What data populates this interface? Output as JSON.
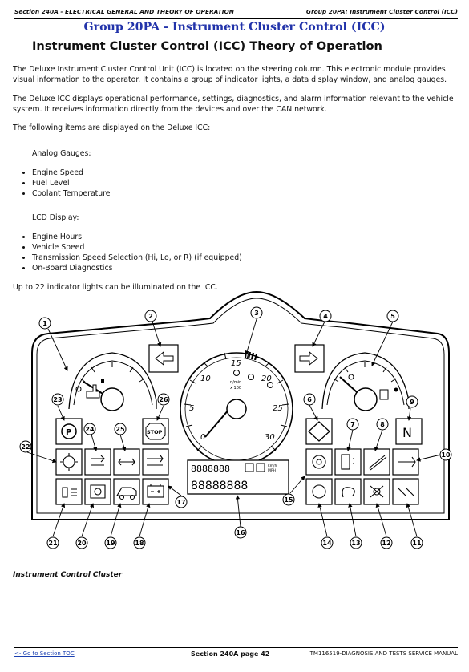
{
  "header": {
    "left": "Section 240A - ELECTRICAL GENERAL AND THEORY OF OPERATION",
    "right": "Group 20PA: Instrument Cluster Control (ICC)"
  },
  "group_title": "Group 20PA - Instrument Cluster Control (ICC)",
  "title": "Instrument Cluster Control (ICC) Theory of Operation",
  "paragraphs": [
    "The Deluxe Instrument Cluster Control Unit (ICC) is located on the steering column. This electronic module provides visual information to the operator. It contains a group of indicator lights, a data display window, and analog gauges.",
    "The Deluxe ICC displays operational performance, settings, diagnostics, and alarm information relevant to the vehicle system. It receives information directly from the devices and over the CAN network.",
    "The following items are displayed on the Deluxe ICC:"
  ],
  "analog": {
    "label": "Analog Gauges:",
    "items": [
      "Engine Speed",
      "Fuel Level",
      "Coolant Temperature"
    ]
  },
  "lcd": {
    "label": "LCD Display:",
    "items": [
      "Engine Hours",
      "Vehicle Speed",
      "Transmission Speed Selection (Hi, Lo, or R) (if equipped)",
      "On-Board Diagnostics"
    ]
  },
  "indicator_note": "Up to 22 indicator lights can be illuminated on the ICC.",
  "figure": {
    "callouts": [
      "1",
      "2",
      "3",
      "4",
      "5",
      "6",
      "7",
      "8",
      "9",
      "10",
      "11",
      "12",
      "13",
      "14",
      "15",
      "16",
      "17",
      "18",
      "19",
      "20",
      "21",
      "22",
      "23",
      "24",
      "25",
      "26"
    ],
    "tach_numbers": [
      "0",
      "5",
      "10",
      "15",
      "20",
      "25",
      "30"
    ],
    "tach_units": [
      "n/min",
      "x 100"
    ],
    "stop_label": "STOP",
    "n_label": "N",
    "lcd_units": [
      "km/h",
      "MPH"
    ],
    "lcd_row1": "8888888",
    "lcd_row2": "88888888",
    "caption": "Instrument Control Cluster"
  },
  "footer": {
    "link": "<- Go to Section TOC",
    "center": "Section 240A page 42",
    "right": "TM116519-DIAGNOSIS AND TESTS SERVICE MANUAL"
  },
  "icons": [
    "fuel-pump-icon",
    "coolant-temp-icon",
    "turn-left-arrow-icon",
    "turn-right-arrow-icon",
    "engine-oil-icon",
    "parking-brake-icon",
    "stop-icon",
    "warning-diamond-icon",
    "neutral-icon"
  ]
}
